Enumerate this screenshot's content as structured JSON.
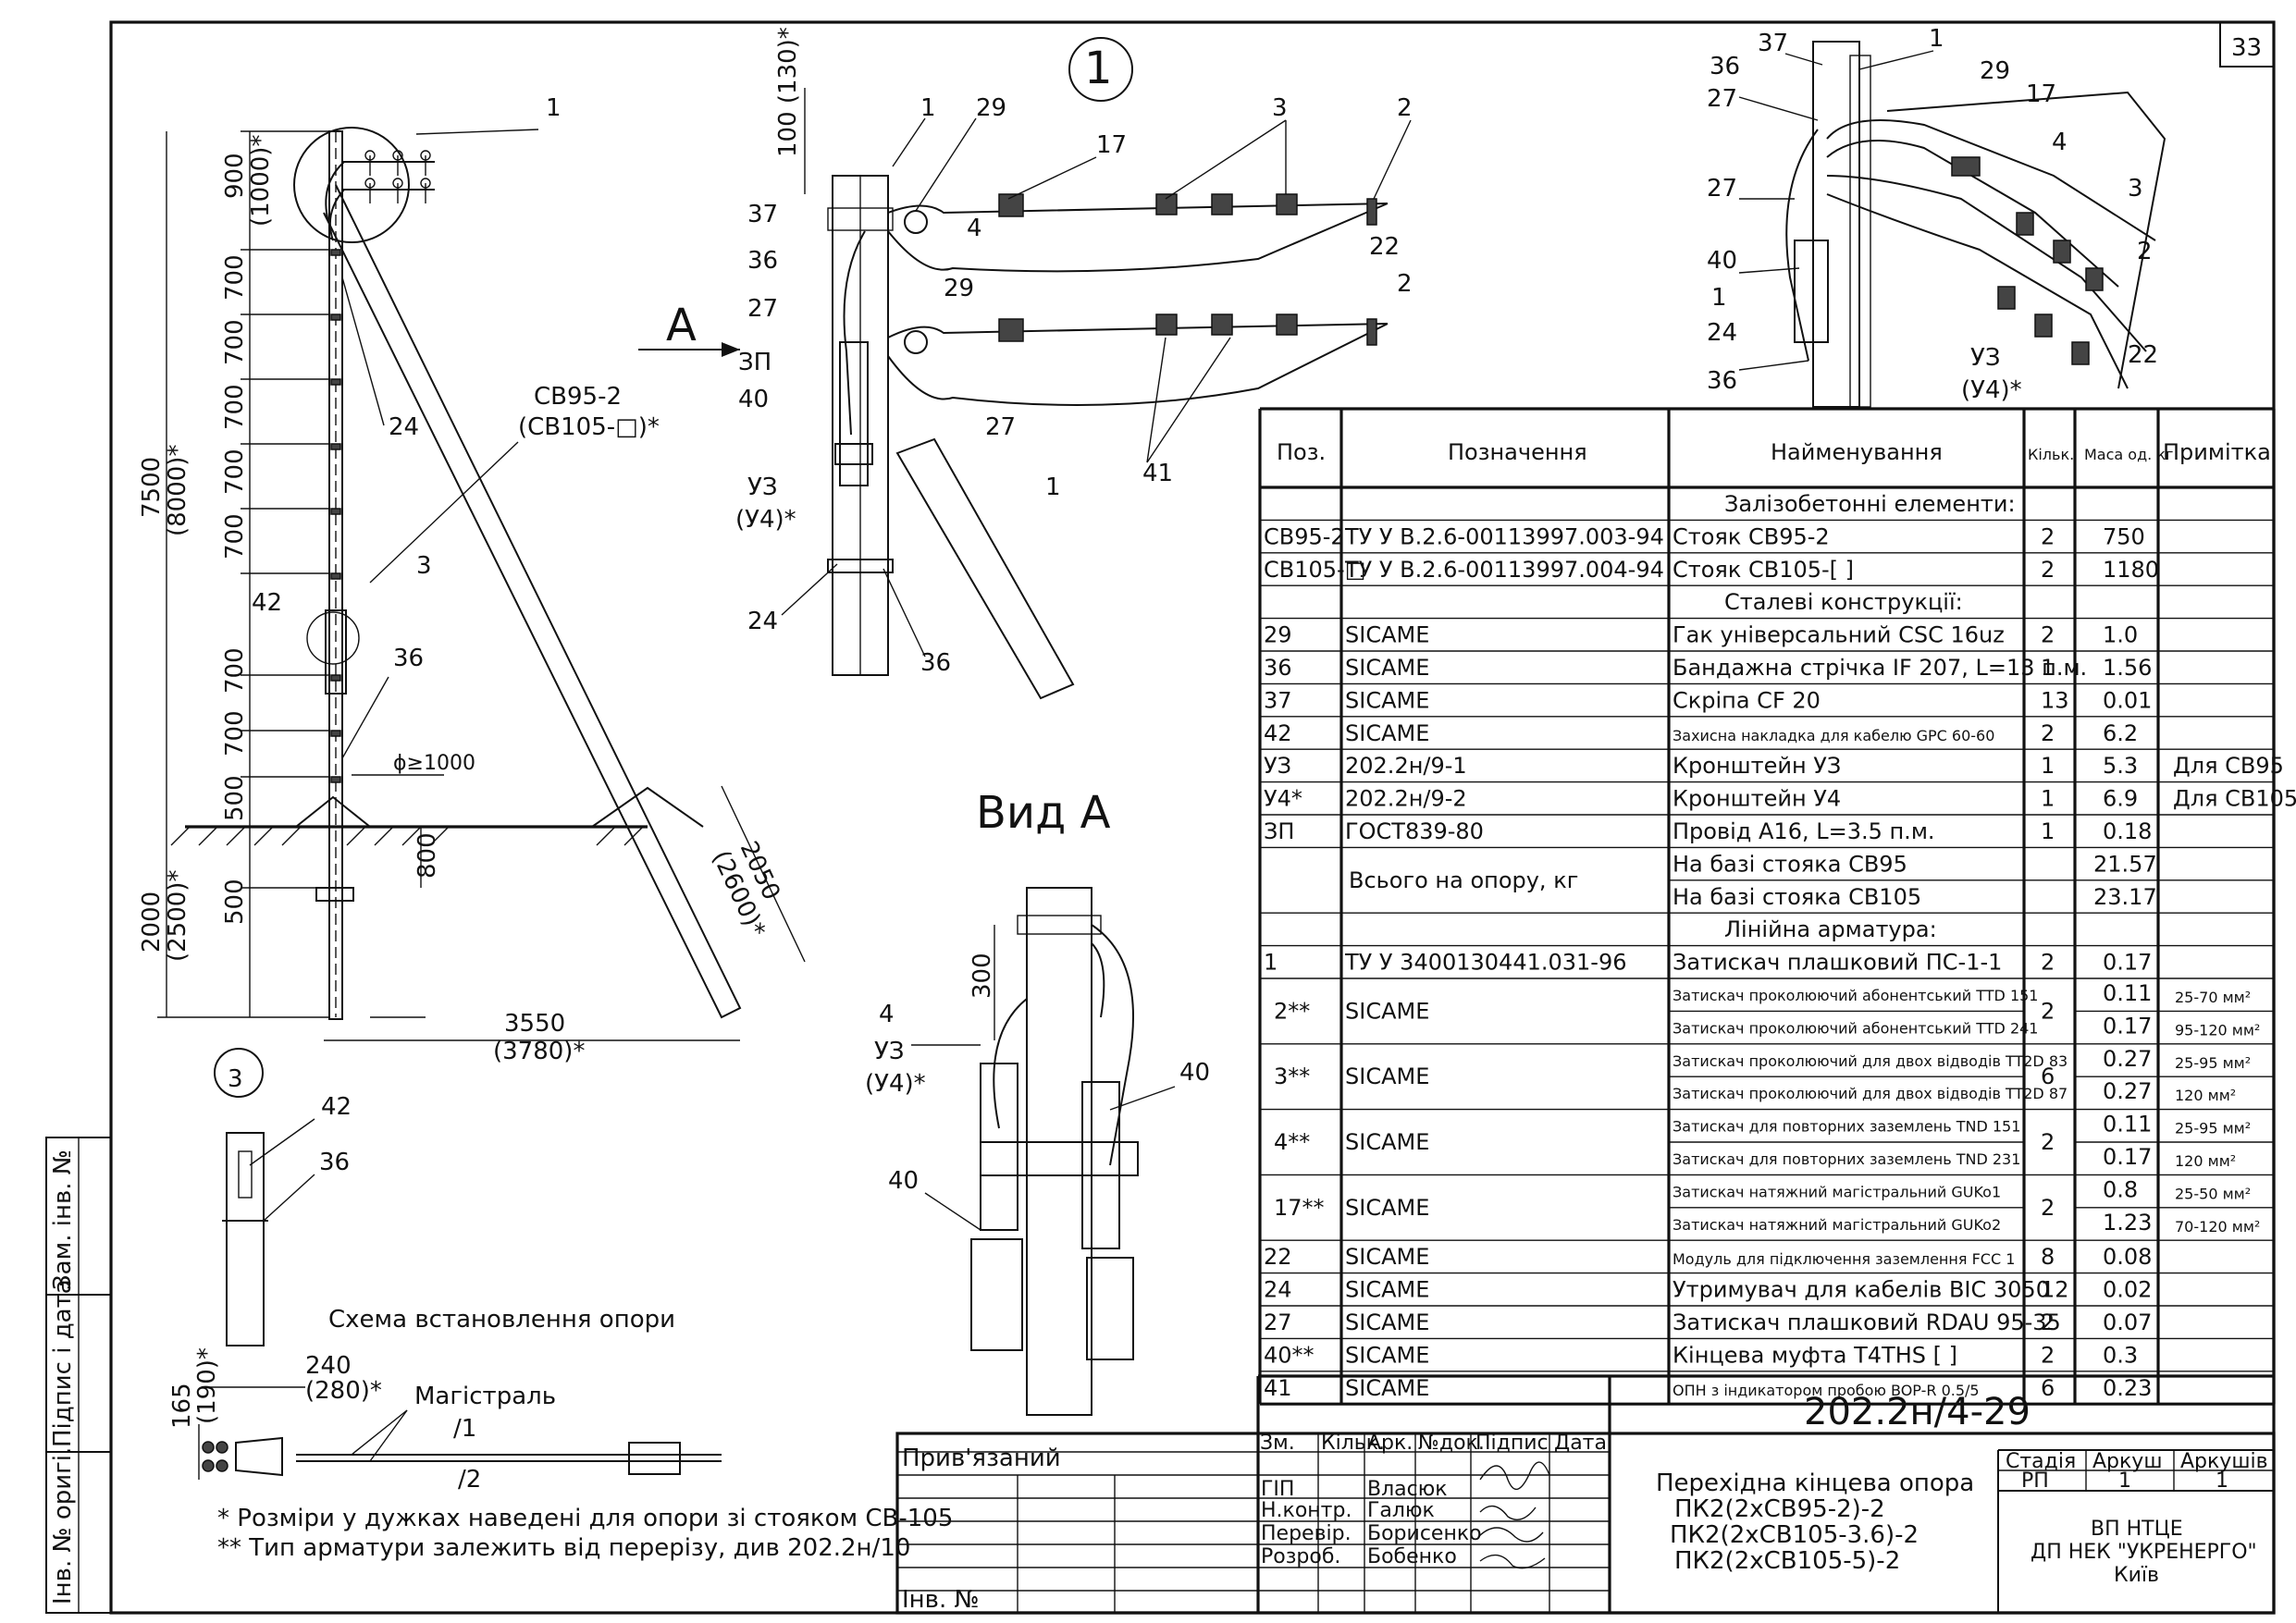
{
  "sheet": {
    "number": "33",
    "drawing_code": "202.2н/4-29"
  },
  "callouts": {
    "view1": "1",
    "view3": "3",
    "viewA_title": "Вид  А",
    "arrow_A": "А",
    "install_scheme": "Схема встановлення опори",
    "mainline": "Магістраль",
    "l1": "/1",
    "l2": "/2"
  },
  "pole_elevation": {
    "pole_label": "СВ95-2",
    "pole_label_alt": "(СВ105-□)*",
    "dims_v": [
      "900",
      "(1000)*",
      "700",
      "700",
      "700",
      "700",
      "700",
      "700",
      "700",
      "500",
      "500"
    ],
    "dim_total": "7500",
    "dim_total_alt": "(8000)*",
    "dim_ground": "2000",
    "dim_ground_alt": "(2500)*",
    "dim_800": "800",
    "dim_d": "ϕ≥1000",
    "dim_h": "3550",
    "dim_h_alt": "(3780)*",
    "dim_strut": "2050",
    "dim_strut_alt": "(2600)*",
    "labels": {
      "l1": "1",
      "l24": "24",
      "l3": "3",
      "l42": "42",
      "l36": "36"
    }
  },
  "detail1": {
    "dim100": "100 (130)*",
    "labels": [
      "1",
      "29",
      "17",
      "3",
      "2",
      "37",
      "36",
      "27",
      "4",
      "22",
      "29",
      "2",
      "ЗП",
      "40",
      "УЗ",
      "(У4)*",
      "27",
      "1",
      "41",
      "24",
      "36"
    ]
  },
  "iso_view": {
    "labels": [
      "37",
      "1",
      "36",
      "29",
      "27",
      "17",
      "4",
      "27",
      "3",
      "40",
      "2",
      "1",
      "24",
      "22",
      "36",
      "УЗ",
      "(У4)*"
    ]
  },
  "viewA": {
    "labels": [
      "300",
      "4",
      "УЗ",
      "(У4)*",
      "40",
      "40"
    ]
  },
  "detail3": {
    "labels": [
      "42",
      "36"
    ]
  },
  "scheme": {
    "d165": "165",
    "d190": "(190)*",
    "d240": "240",
    "d280": "(280)*"
  },
  "notes": [
    "* Розміри у дужках наведені для опори зі стояком СВ-105",
    "** Тип арматури залежить від перерізу, див 202.2н/10"
  ],
  "spec": {
    "headers": [
      "Поз.",
      "Позначення",
      "Найменування",
      "Кільк.",
      "Маса од. кг",
      "Примітка"
    ],
    "rows": [
      {
        "type": "section",
        "text": "Залізобетонні елементи:"
      },
      {
        "pos": "СВ95-2",
        "code": "ТУ У В.2.6-00113997.003-94",
        "name": "Стояк СВ95-2",
        "qty": "2",
        "mass": "750",
        "note": ""
      },
      {
        "pos": "СВ105-□",
        "code": "ТУ У В.2.6-00113997.004-94",
        "name": "Стояк СВ105-[           ]",
        "qty": "2",
        "mass": "1180",
        "note": ""
      },
      {
        "type": "section",
        "text": "Сталеві конструкції:"
      },
      {
        "pos": "29",
        "code": "SICAME",
        "name": "Гак універсальний CSC 16uz",
        "qty": "2",
        "mass": "1.0",
        "note": ""
      },
      {
        "pos": "36",
        "code": "SICAME",
        "name": "Бандажна стрічка IF 207, L=13 п.м.",
        "qty": "1",
        "mass": "1.56",
        "note": ""
      },
      {
        "pos": "37",
        "code": "SICAME",
        "name": "Скріпа CF 20",
        "qty": "13",
        "mass": "0.01",
        "note": ""
      },
      {
        "pos": "42",
        "code": "SICAME",
        "name": "Захисна накладка для кабелю GPC 60-60",
        "qty": "2",
        "mass": "6.2",
        "note": ""
      },
      {
        "pos": "УЗ",
        "code": "202.2н/9-1",
        "name": "Кронштейн УЗ",
        "qty": "1",
        "mass": "5.3",
        "note": "Для СВ95"
      },
      {
        "pos": "У4*",
        "code": "202.2н/9-2",
        "name": "Кронштейн У4",
        "qty": "1",
        "mass": "6.9",
        "note": "Для СВ105"
      },
      {
        "pos": "ЗП",
        "code": "ГОСТ839-80",
        "name": "Провід А16, L=3.5 п.м.",
        "qty": "1",
        "mass": "0.18",
        "note": ""
      },
      {
        "type": "total",
        "code": "Всього на опору, кг",
        "name1": "На базі стояка СВ95",
        "mass1": "21.57",
        "name2": "На базі стояка СВ105",
        "mass2": "23.17"
      },
      {
        "type": "section",
        "text": "Лінійна арматура:"
      },
      {
        "pos": "1",
        "code": "ТУ У 3400130441.031-96",
        "name": "Затискач плашковий ПС-1-1",
        "qty": "2",
        "mass": "0.17",
        "note": ""
      },
      {
        "type": "double",
        "pos": "2**",
        "code": "SICAME",
        "qty": "2",
        "name1": "Затискач проколюючий абонентський TTD 151",
        "mass1": "0.11",
        "note1": "25-70 мм²",
        "name2": "Затискач проколюючий абонентський TTD 241",
        "mass2": "0.17",
        "note2": "95-120 мм²"
      },
      {
        "type": "double",
        "pos": "3**",
        "code": "SICAME",
        "qty": "6",
        "name1": "Затискач проколюючий для двох відводів  TT2D 83",
        "mass1": "0.27",
        "note1": "25-95 мм²",
        "name2": "Затискач проколюючий для двох відводів TT2D 87",
        "mass2": "0.27",
        "note2": "120 мм²"
      },
      {
        "type": "double",
        "pos": "4**",
        "code": "SICAME",
        "qty": "2",
        "name1": "Затискач для повторних заземлень TND 151",
        "mass1": "0.11",
        "note1": "25-95 мм²",
        "name2": "Затискач для повторних заземлень TND 231",
        "mass2": "0.17",
        "note2": "120 мм²"
      },
      {
        "type": "double",
        "pos": "17**",
        "code": "SICAME",
        "qty": "2",
        "name1": "Затискач натяжний магістральний GUKo1",
        "mass1": "0.8",
        "note1": "25-50 мм²",
        "name2": "Затискач натяжний магістральний GUKo2",
        "mass2": "1.23",
        "note2": "70-120 мм²"
      },
      {
        "pos": "22",
        "code": "SICAME",
        "name": "Модуль для підключення заземлення FCC 1",
        "qty": "8",
        "mass": "0.08",
        "note": ""
      },
      {
        "pos": "24",
        "code": "SICAME",
        "name": "Утримувач для кабелів BIC 3050",
        "qty": "12",
        "mass": "0.02",
        "note": ""
      },
      {
        "pos": "27",
        "code": "SICAME",
        "name": "Затискач плашковий RDAU 95-35",
        "qty": "2",
        "mass": "0.07",
        "note": ""
      },
      {
        "pos": "40**",
        "code": "SICAME",
        "name": "Кінцева муфта T4THS [          ]",
        "qty": "2",
        "mass": "0.3",
        "note": ""
      },
      {
        "pos": "41",
        "code": "SICAME",
        "name": "ОПН з індикатором пробою BOP-R 0.5/5",
        "qty": "6",
        "mass": "0.23",
        "note": ""
      }
    ]
  },
  "title_block": {
    "attached": "Прив'язаний",
    "inv_no": "Інв. №",
    "hdr": [
      "Зм.",
      "Кільк.",
      "Арк.",
      "№док.",
      "Підпис",
      "Дата"
    ],
    "people": [
      {
        "role": "ГІП",
        "name": "Власюк"
      },
      {
        "role": "Н.контр.",
        "name": "Галюк"
      },
      {
        "role": "Перевір.",
        "name": "Борисенко"
      },
      {
        "role": "Розроб.",
        "name": "Бобенко"
      }
    ],
    "title_lines": [
      "Перехідна кінцева опора",
      "ПК2(2хСВ95-2)-2",
      "ПК2(2хСВ105-3.6)-2",
      "ПК2(2хСВ105-5)-2"
    ],
    "stage_hdr": [
      "Стадія",
      "Аркуш",
      "Аркушів"
    ],
    "stage_vals": [
      "РП",
      "1",
      "1"
    ],
    "org": [
      "ВП НТЦЕ",
      "ДП НЕК \"УКРЕНЕРГО\"",
      "Київ"
    ]
  },
  "side_stamps": [
    "Зам. інв. №",
    "Підпис і дата",
    "Інв. № оригі."
  ]
}
